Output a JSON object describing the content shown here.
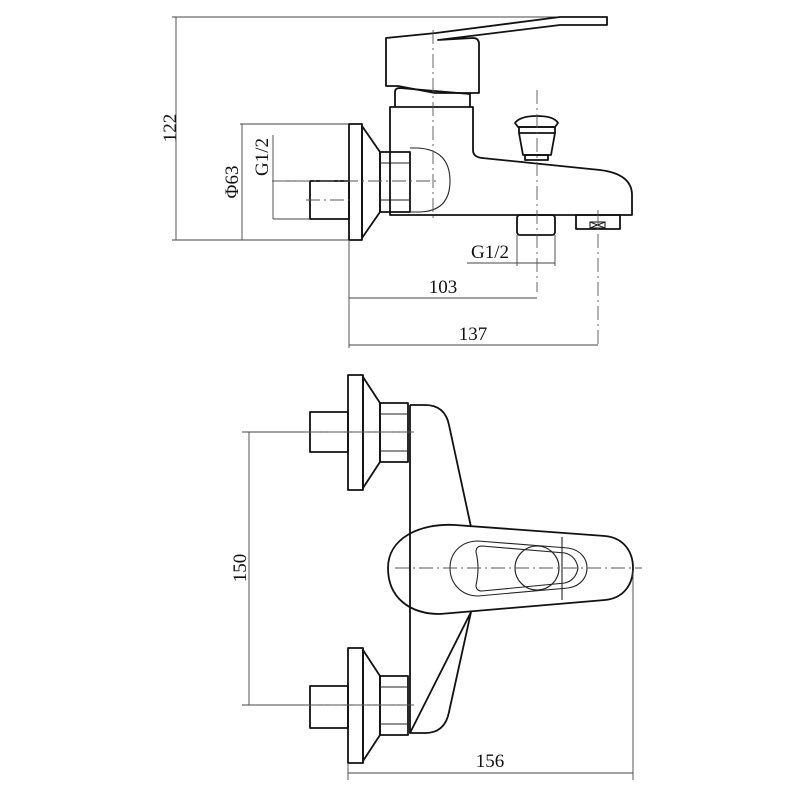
{
  "drawing": {
    "side_view": {
      "height_dim": "122",
      "flange_dia_dim": "Φ63",
      "inlet_thread_dim": "G1/2",
      "outlet_thread_dim": "G1/2",
      "outlet_distance_dim": "103",
      "spout_length_dim": "137"
    },
    "top_view": {
      "inlet_spacing_dim": "150",
      "overall_width_dim": "156"
    }
  }
}
